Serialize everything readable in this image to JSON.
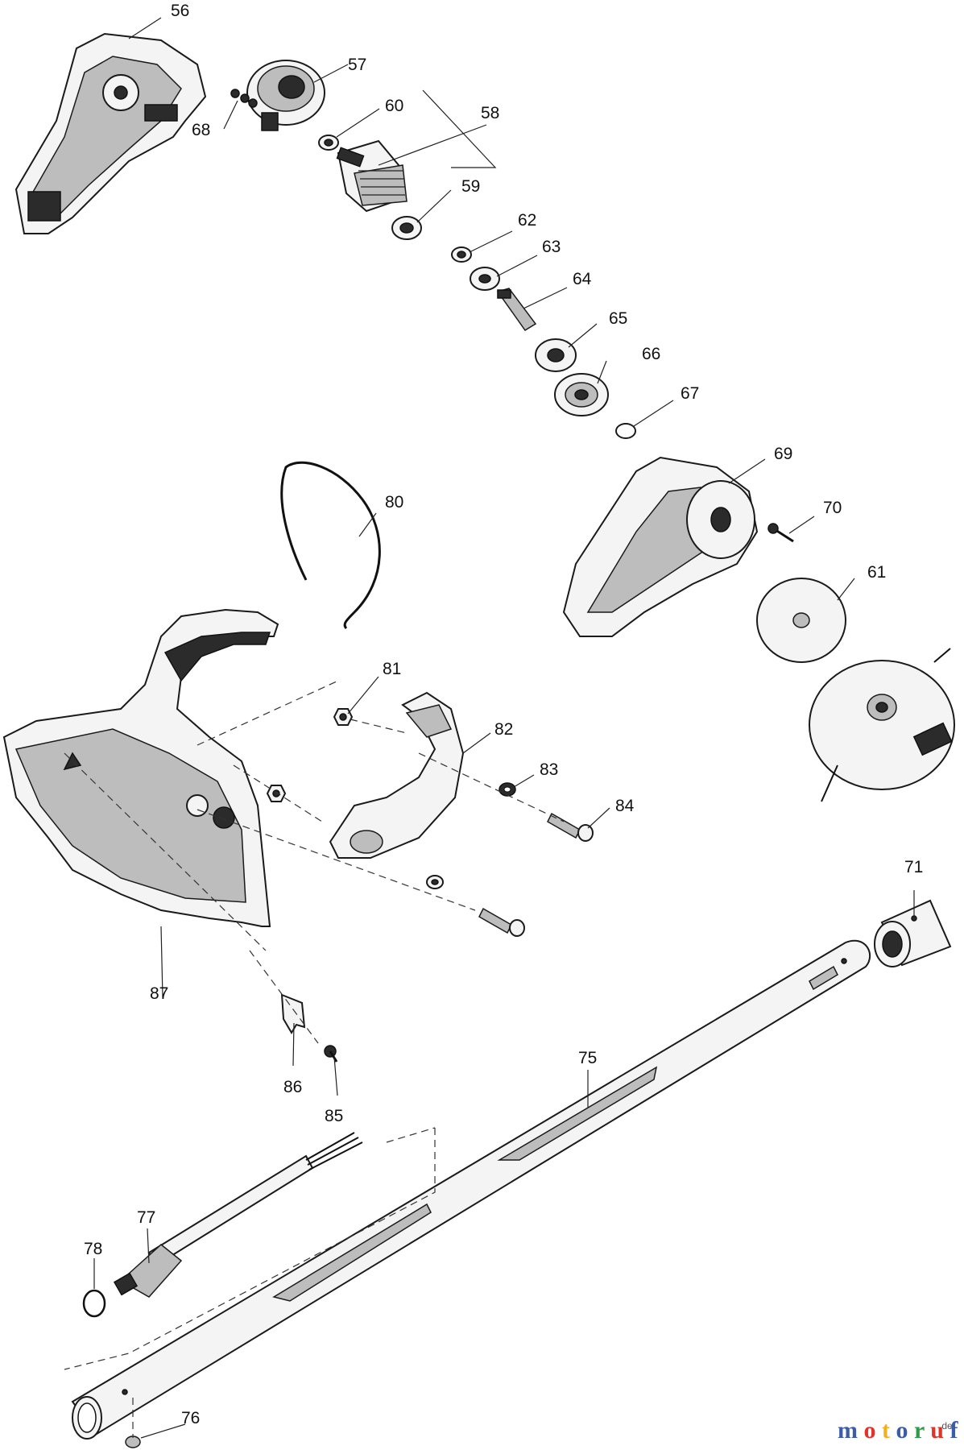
{
  "parts": [
    "56",
    "57",
    "58",
    "59",
    "60",
    "61",
    "62",
    "63",
    "64",
    "65",
    "66",
    "67",
    "68",
    "69",
    "70",
    "71",
    "75",
    "76",
    "77",
    "78",
    "80",
    "81",
    "82",
    "83",
    "84",
    "85",
    "86",
    "87"
  ],
  "watermark": {
    "letters": [
      "m",
      "o",
      "t",
      "o",
      "r",
      "u",
      "f"
    ],
    "colors": [
      "#3b5bab",
      "#e2332b",
      "#f2b01e",
      "#3b5bab",
      "#2e9b46",
      "#e2332b",
      "#3b5bab"
    ],
    "suffix": ".de"
  }
}
